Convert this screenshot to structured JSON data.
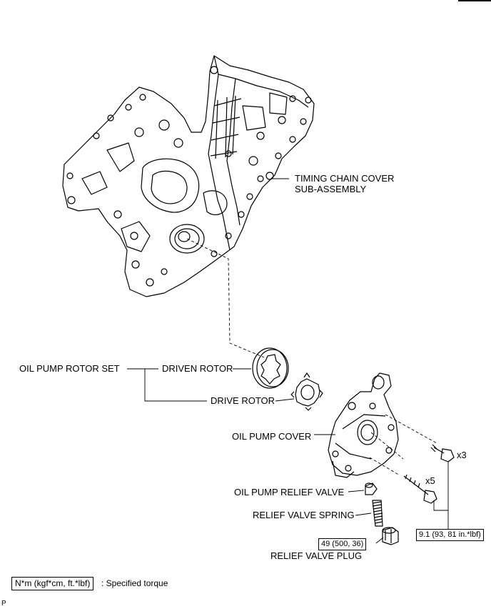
{
  "labels": {
    "timing_chain_cover_line1": "TIMING CHAIN COVER",
    "timing_chain_cover_line2": "SUB-ASSEMBLY",
    "oil_pump_rotor_set": "OIL PUMP ROTOR SET",
    "driven_rotor": "DRIVEN ROTOR",
    "drive_rotor": "DRIVE ROTOR",
    "oil_pump_cover": "OIL PUMP COVER",
    "oil_pump_relief_valve": "OIL PUMP RELIEF VALVE",
    "relief_valve_spring": "RELIEF VALVE SPRING",
    "relief_valve_plug": "RELIEF VALVE PLUG"
  },
  "quantities": {
    "upper_bolts": "x3",
    "lower_bolts": "x5"
  },
  "torque": {
    "cover_bolts": "9.1 (93, 81 in.*lbf)",
    "relief_plug": "49 (500, 36)"
  },
  "legend": {
    "unit_box": "N*m (kgf*cm, ft.*lbf)",
    "description": ": Specified torque"
  },
  "corner_code": "P"
}
